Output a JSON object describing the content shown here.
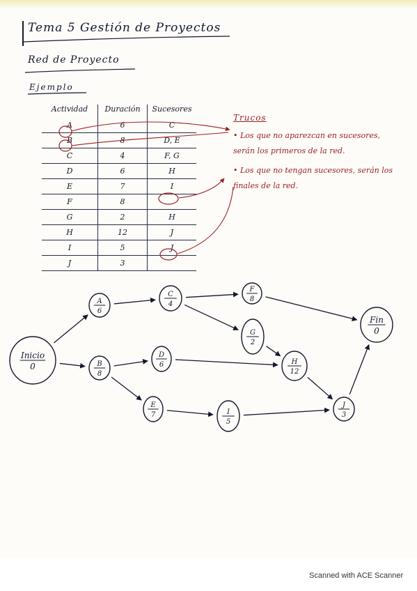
{
  "header": {
    "title": "Tema 5  Gestión de Proyectos",
    "subtitle": "Red de Proyecto",
    "section": "Ejemplo"
  },
  "table": {
    "headers": [
      "Actividad",
      "Duración",
      "Sucesores"
    ],
    "rows": [
      {
        "activity": "A",
        "duration": "6",
        "successors": "C"
      },
      {
        "activity": "B",
        "duration": "8",
        "successors": "D, E"
      },
      {
        "activity": "C",
        "duration": "4",
        "successors": "F, G"
      },
      {
        "activity": "D",
        "duration": "6",
        "successors": "H"
      },
      {
        "activity": "E",
        "duration": "7",
        "successors": "I"
      },
      {
        "activity": "F",
        "duration": "8",
        "successors": ""
      },
      {
        "activity": "G",
        "duration": "2",
        "successors": "H"
      },
      {
        "activity": "H",
        "duration": "12",
        "successors": "J"
      },
      {
        "activity": "I",
        "duration": "5",
        "successors": "J"
      },
      {
        "activity": "J",
        "duration": "3",
        "successors": ""
      }
    ]
  },
  "tricks": {
    "heading": "Trucos",
    "items": [
      "Los que no aparezcan en sucesores, serán los primeros de la red.",
      "Los que no tengan sucesores, serán los finales de la red."
    ]
  },
  "network": {
    "nodes": [
      {
        "id": "inicio",
        "name": "Inicio",
        "duration": "0"
      },
      {
        "id": "a",
        "name": "A",
        "duration": "6"
      },
      {
        "id": "b",
        "name": "B",
        "duration": "8"
      },
      {
        "id": "c",
        "name": "C",
        "duration": "4"
      },
      {
        "id": "d",
        "name": "D",
        "duration": "6"
      },
      {
        "id": "e",
        "name": "E",
        "duration": "7"
      },
      {
        "id": "f",
        "name": "F",
        "duration": "8"
      },
      {
        "id": "g",
        "name": "G",
        "duration": "2"
      },
      {
        "id": "h",
        "name": "H",
        "duration": "12"
      },
      {
        "id": "i",
        "name": "I",
        "duration": "5"
      },
      {
        "id": "j",
        "name": "J",
        "duration": "3"
      },
      {
        "id": "fin",
        "name": "Fin",
        "duration": "0"
      }
    ],
    "edges": [
      [
        "inicio",
        "a"
      ],
      [
        "inicio",
        "b"
      ],
      [
        "a",
        "c"
      ],
      [
        "b",
        "d"
      ],
      [
        "b",
        "e"
      ],
      [
        "c",
        "f"
      ],
      [
        "c",
        "g"
      ],
      [
        "d",
        "h"
      ],
      [
        "g",
        "h"
      ],
      [
        "e",
        "i"
      ],
      [
        "f",
        "fin"
      ],
      [
        "h",
        "j"
      ],
      [
        "i",
        "j"
      ],
      [
        "j",
        "fin"
      ]
    ]
  },
  "colors": {
    "ink": "#15172f",
    "accent": "#9b1f26"
  },
  "footer": "Scanned with ACE Scanner"
}
